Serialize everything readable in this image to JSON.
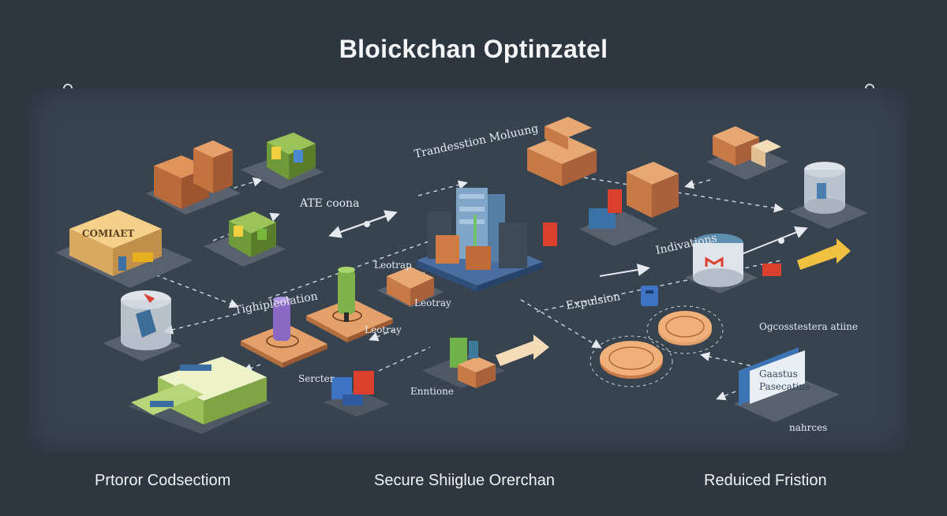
{
  "title": "Bloickchan Optinzatel",
  "labels": {
    "ate_coona": "ATE coona",
    "trandesstion": "Trandesstion Moluung",
    "leotrap": "Leotrap",
    "leotray1": "Leotray",
    "leotray2": "Leotray",
    "tighipleolation": "Tighipleolation",
    "sercter": "Sercter",
    "enntione": "Enntione",
    "expulsion": "Expulsion",
    "indivations": "Indivations",
    "ogcoss": "Ogcosstestera atiine",
    "nahrces": "nahrces",
    "comiaet": "COMIAET",
    "gaastus": "Gaastus",
    "pasecatins": "Pasecatins"
  },
  "footer": {
    "left": "Prtoror Codsectiom",
    "center": "Secure Shiiglue Orerchan",
    "right": "Reduiced Fristion"
  },
  "colors": {
    "background": "#2e363f",
    "panel": "#384350",
    "crate": "#c77a45",
    "pad": "#e4a06a",
    "server": "#5f8fb0",
    "accent_red": "#d9402e",
    "accent_yellow": "#f0c040"
  }
}
